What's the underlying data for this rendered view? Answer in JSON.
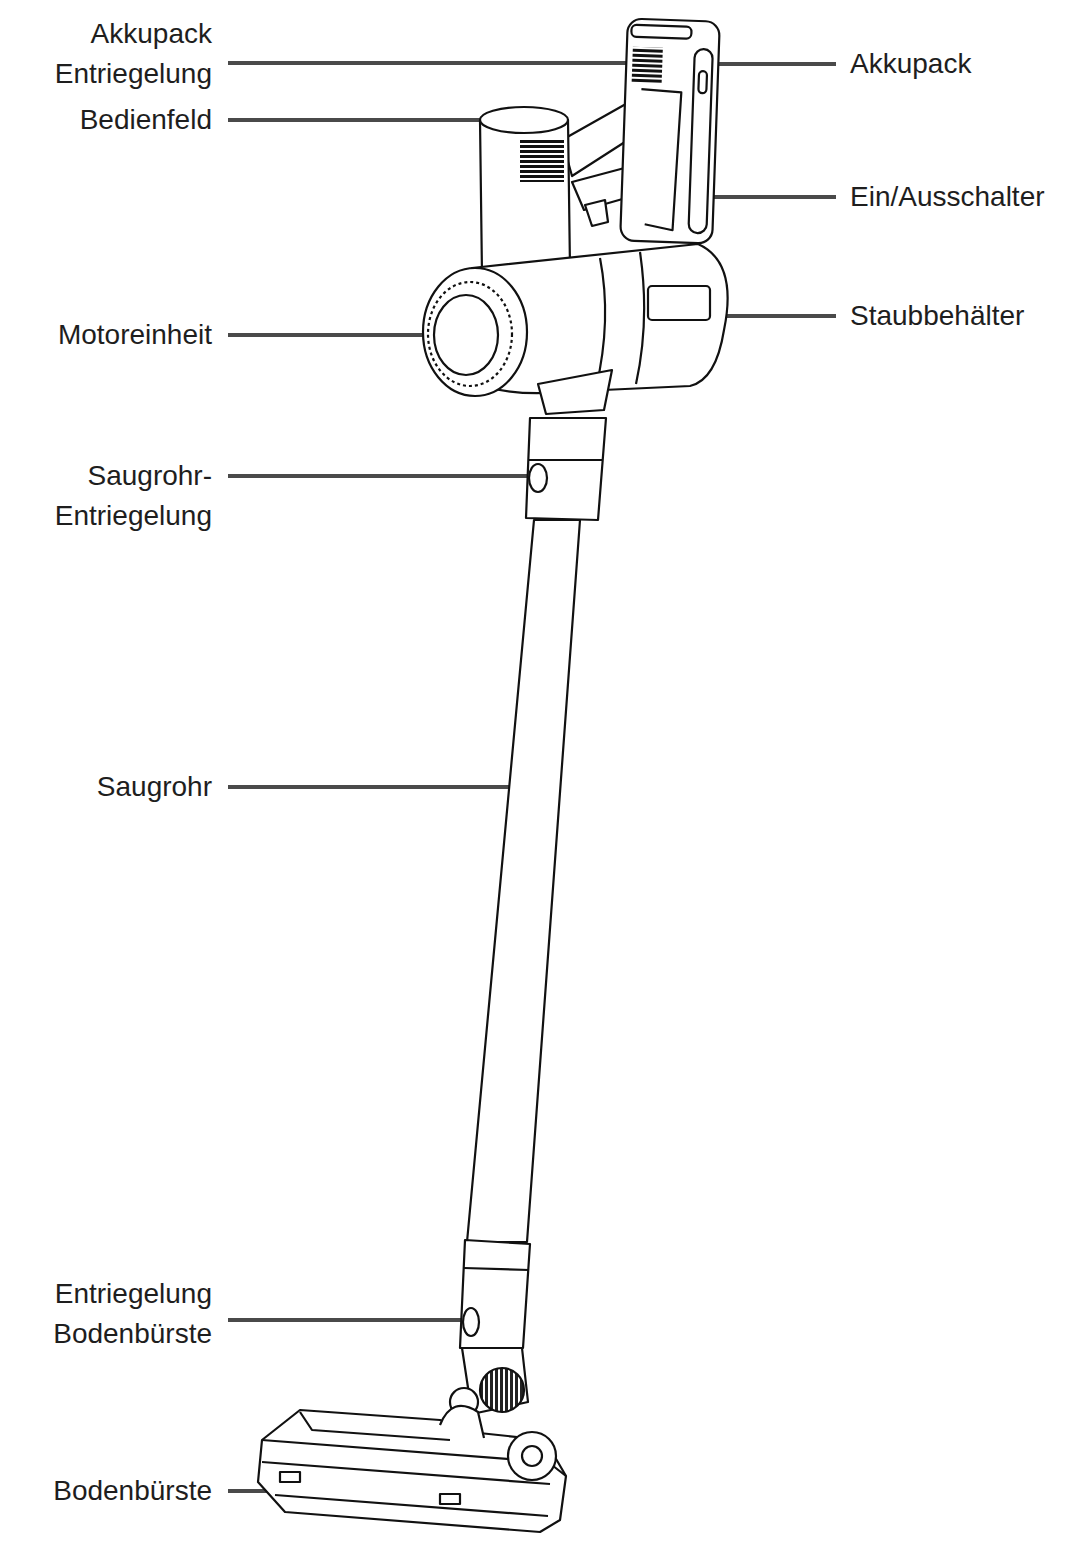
{
  "diagram": {
    "labels": [
      "Akkupack Entriegelung",
      "Akkupack",
      "Bedienfeld",
      "Ein/Ausschalter",
      "Motoreinheit",
      "Staubbehälter",
      "Saugrohr- Entriegelung",
      "Saugrohr",
      "Entriegelung Bodenbürste",
      "Bodenbürste"
    ]
  }
}
